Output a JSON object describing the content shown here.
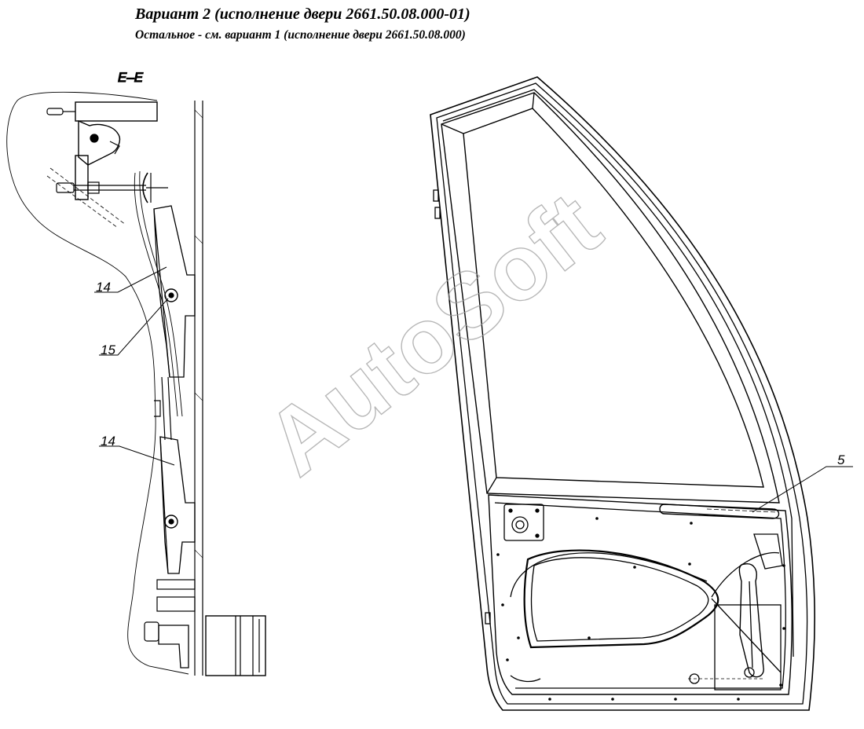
{
  "header": {
    "title": "Вариант 2 (исполнение двери 2661.50.08.000-01)",
    "subtitle": "Остальное - см. вариант 1 (исполнение двери 2661.50.08.000)"
  },
  "section_view": {
    "section_label": "E–E",
    "callouts": {
      "upper_bracket": "14",
      "fastener": "15",
      "lower_bracket": "14"
    }
  },
  "door_view": {
    "callouts": {
      "gas_strut": "5"
    }
  },
  "watermark": {
    "text": "AutoSoft"
  }
}
